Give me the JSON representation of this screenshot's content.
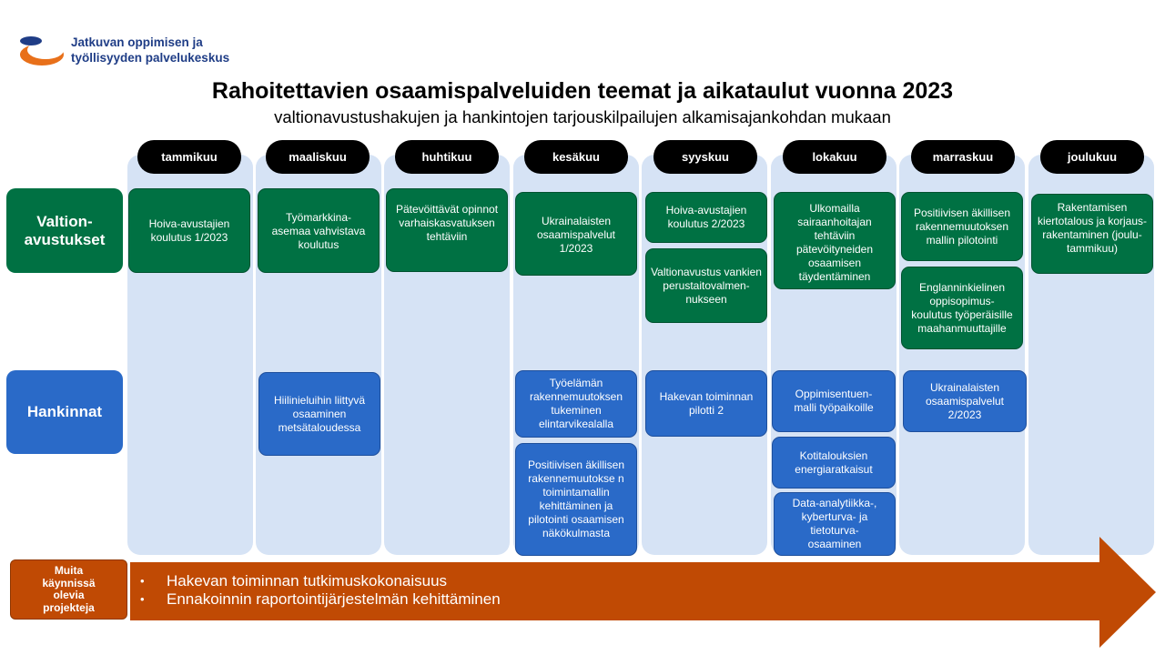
{
  "logo": {
    "line1": "Jatkuvan oppimisen ja",
    "line2": "työllisyyden palvelukeskus",
    "colors": {
      "orange": "#e8701a",
      "navy": "#1f3d86"
    }
  },
  "title": "Rahoitettavien osaamispalveluiden teemat ja aikataulut vuonna 2023",
  "subtitle": "valtionavustushakujen ja hankintojen tarjouskilpailujen alkamisajankohdan mukaan",
  "months": [
    "tammikuu",
    "maaliskuu",
    "huhtikuu",
    "kesäkuu",
    "syyskuu",
    "lokakuu",
    "marraskuu",
    "joulukuu"
  ],
  "rows": {
    "grants": "Valtion-\navustukset",
    "procurements": "Hankinnat"
  },
  "grant_cards": {
    "jan": "Hoiva-avustajien koulutus 1/2023",
    "mar": "Työmarkkina-\nasemaa vahvistava koulutus",
    "apr": "Pätevöittävät opinnot varhaiskasvatuksen tehtäviin",
    "jun": "Ukrainalaisten osaamispalvelut 1/2023",
    "sep1": "Hoiva-avustajien koulutus 2/2023",
    "sep2": "Valtionavustus vankien perustaitovalmen-\nnukseen",
    "oct": "Ulkomailla sairaanhoitajan tehtäviin pätevöityneiden osaamisen täydentäminen",
    "nov1": "Positiivisen äkillisen rakennemuutoksen mallin pilotointi",
    "nov2": "Englanninkielinen oppisopimus-\nkoulutus työperäisille maahanmuuttajille",
    "dec": "Rakentamisen kiertotalous ja korjaus-\nrakentaminen (joulu-tammikuu)"
  },
  "procurement_cards": {
    "mar": "Hiilinieluihin liittyvä osaaminen metsätaloudessa",
    "jun1": "Työelämän rakennemuutoksen tukeminen elintarvikealalla",
    "jun2": "Positiivisen äkillisen rakennemuutokse n toimintamallin kehittäminen ja pilotointi osaamisen näkökulmasta",
    "sep": "Hakevan toiminnan pilotti 2",
    "oct1": "Oppimisentuen-\nmalli työpaikoille",
    "oct2": "Kotitalouksien energiaratkaisut",
    "oct3": "Data-analytiikka-, kyberturva- ja tietoturva-\nosaaminen",
    "nov": "Ukrainalaisten osaamispalvelut 2/2023"
  },
  "other": {
    "label": "Muita\nkäynnissä\nolevia\nprojekteja",
    "items": [
      "Hakevan toiminnan tutkimuskokonaisuus",
      "Ennakoinnin raportointijärjestelmän kehittäminen"
    ]
  },
  "colors": {
    "grant_green": "#007143",
    "procurement_blue": "#2a6ac8",
    "column_bg": "#d6e3f5",
    "arrow_orange": "#c04a04"
  }
}
